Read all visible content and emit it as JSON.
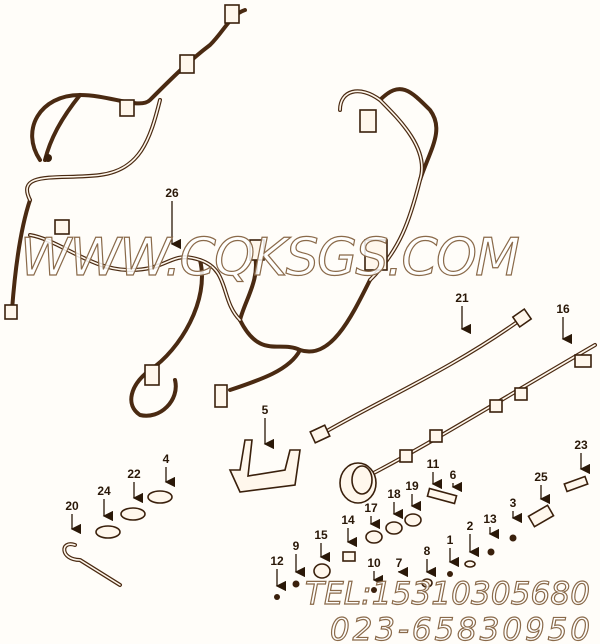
{
  "diagram": {
    "callouts": [
      "26",
      "21",
      "16",
      "5",
      "23",
      "11",
      "6",
      "25",
      "19",
      "18",
      "3",
      "17",
      "13",
      "14",
      "2",
      "15",
      "1",
      "9",
      "8",
      "12",
      "7",
      "10",
      "20",
      "24",
      "22",
      "4"
    ],
    "line_color": "#3a200c"
  },
  "watermark": {
    "website": "WWW.CQKSGS.COM",
    "tel": "TEL:15310305680",
    "phone": "023-65830950"
  }
}
